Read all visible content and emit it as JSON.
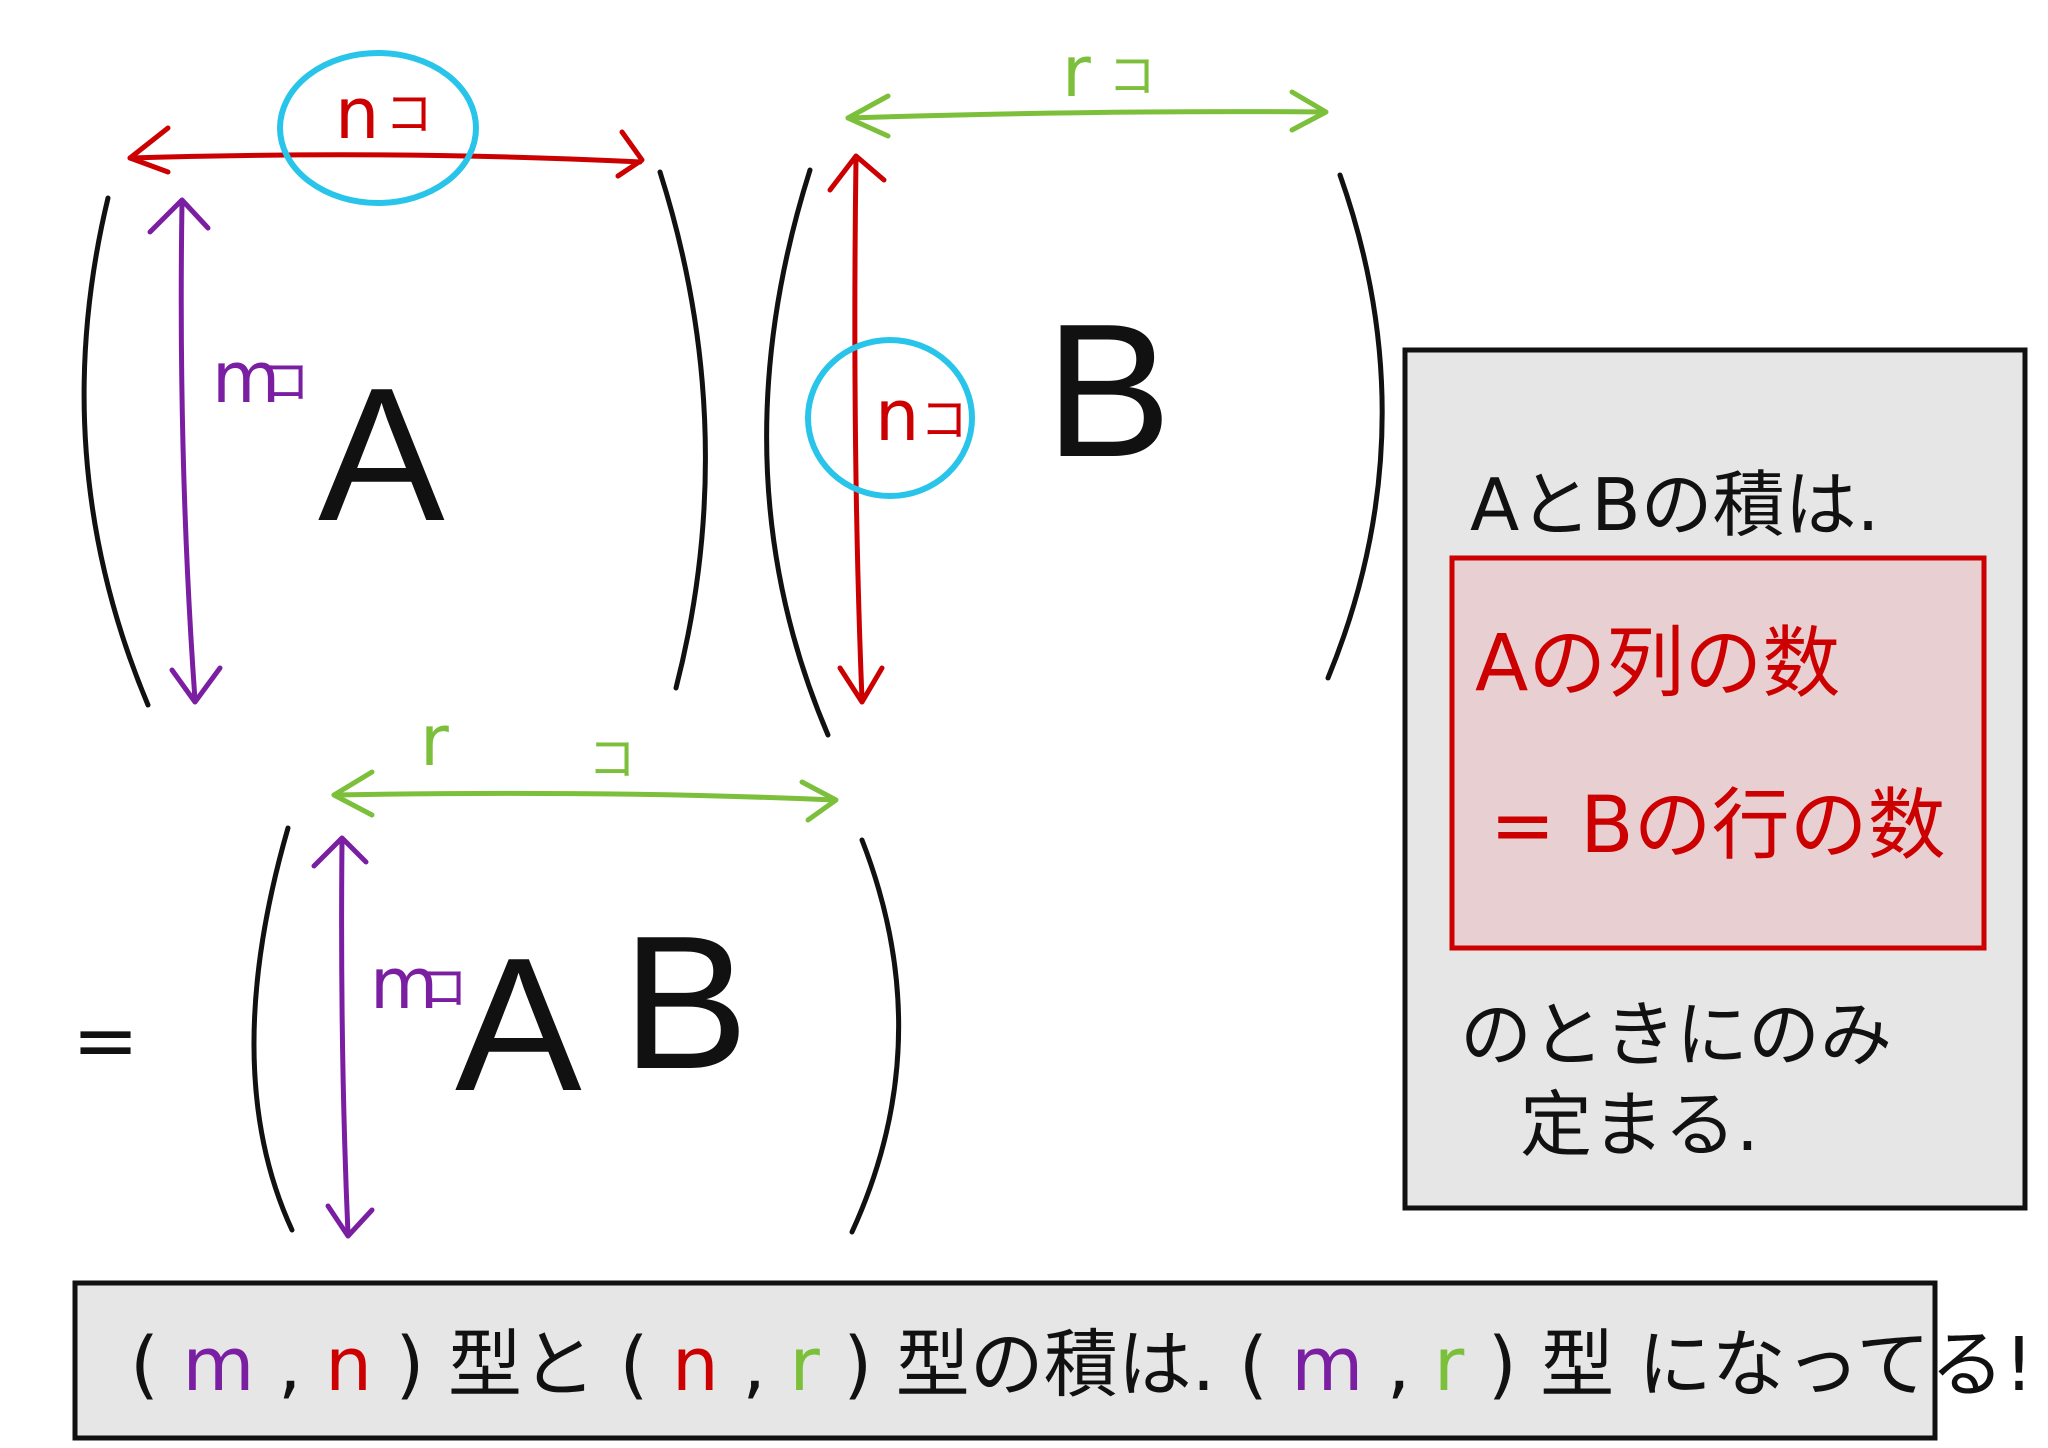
{
  "colors": {
    "ink": "#111111",
    "red": "#cc0000",
    "purple": "#7a1fa2",
    "green": "#7cbf3b",
    "cyan": "#29c4ea",
    "note_bg": "#e6e6e6",
    "cond_bg": "#e7cfd2"
  },
  "matrix_a": {
    "label": "A",
    "rows_label": "m",
    "rows_suffix": "コ",
    "cols_label": "n",
    "cols_suffix": "コ"
  },
  "matrix_b": {
    "label": "B",
    "rows_label": "n",
    "rows_suffix": "コ",
    "cols_label": "r",
    "cols_suffix": "コ"
  },
  "product": {
    "equals": "=",
    "label_a": "A",
    "label_b": "B",
    "rows_label": "m",
    "rows_suffix": "コ",
    "cols_label": "r",
    "cols_suffix": "コ"
  },
  "note_box": {
    "line1": "AとBの積は.",
    "condition_line1": "Aの列の数",
    "condition_line2": "= Bの行の数",
    "line2": "のときにのみ",
    "line3": "定まる."
  },
  "bottom_box": {
    "open1": "(",
    "m1": "m",
    "comma1": ",",
    "n1": "n",
    "close1": ")",
    "kata1": "型と",
    "open2": "(",
    "n2": "n",
    "comma2": ",",
    "r2": "r",
    "close2": ")",
    "kata2": "型の積は.",
    "open3": "(",
    "m3": "m",
    "comma3": ",",
    "r3": "r",
    "close3": ")",
    "kata3": "型",
    "tail": "になってる!"
  }
}
